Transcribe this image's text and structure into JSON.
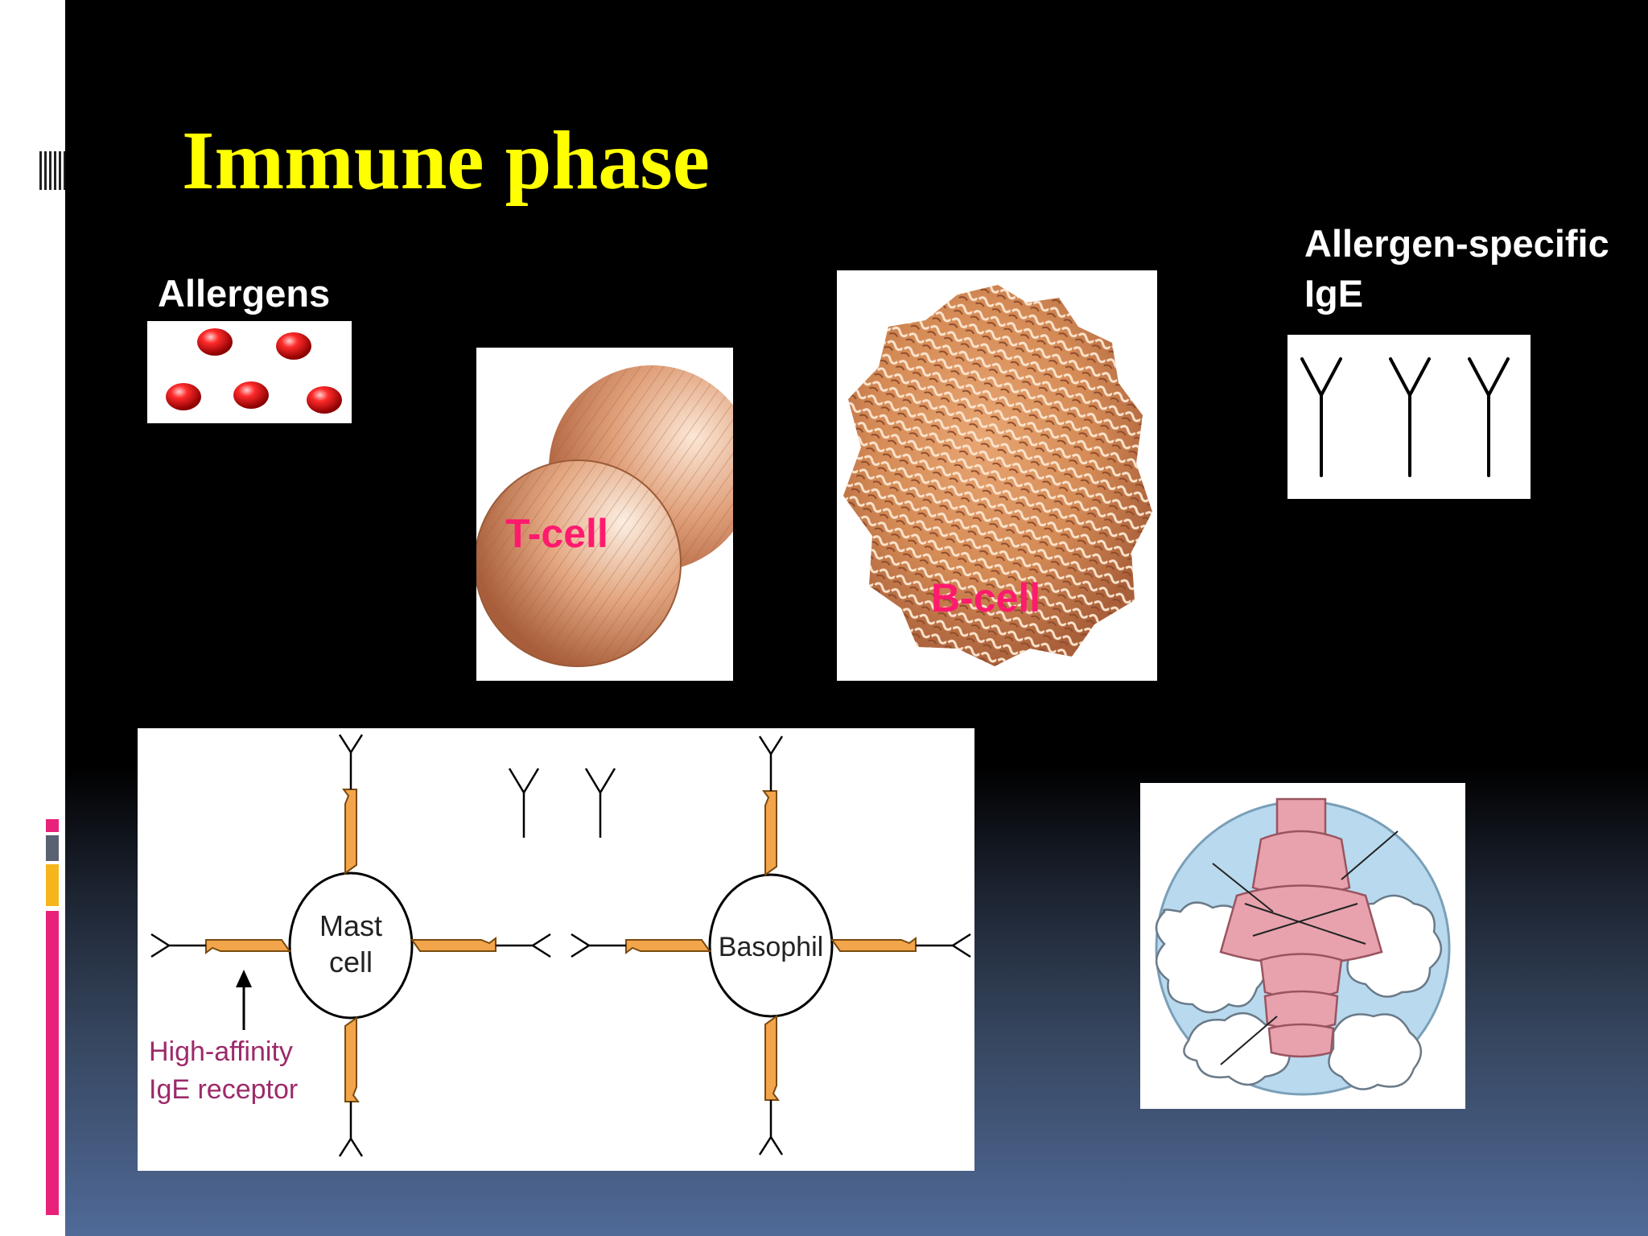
{
  "slide": {
    "title": "Immune phase",
    "allergens_label": "Allergens",
    "ige_label_line1": "Allergen-specific",
    "ige_label_line2": "IgE",
    "tcell_label": "T-cell",
    "bcell_label": "B-cell"
  },
  "diagram": {
    "mast_line1": "Mast",
    "mast_line2": "cell",
    "basophil": "Basophil",
    "receptor_line1": "High-affinity",
    "receptor_line2": "IgE receptor"
  },
  "colors": {
    "title": "#ffff00",
    "cell_label": "#ff1a6e",
    "receptor": "#f2a54a",
    "receptor_text": "#9c2a6a"
  }
}
